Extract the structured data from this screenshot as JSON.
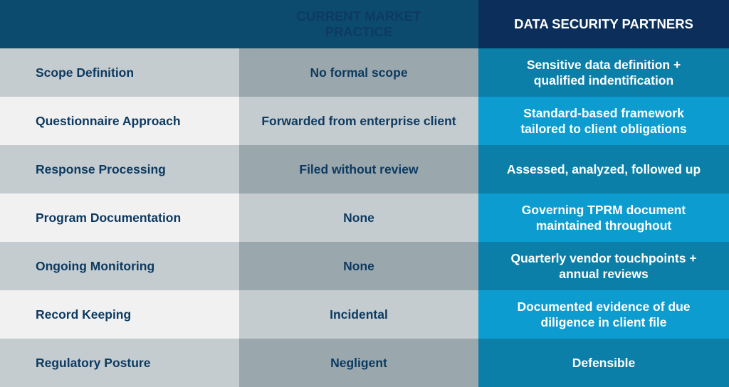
{
  "header": {
    "col1": "",
    "col2": "CURRENT MARKET PRACTICE",
    "col3": "DATA SECURITY PARTNERS"
  },
  "rows": [
    {
      "category": "Scope Definition",
      "current": "No formal scope",
      "dsp": "Sensitive data definition + qualified indentification"
    },
    {
      "category": "Questionnaire Approach",
      "current": "Forwarded from enterprise client",
      "dsp": "Standard-based framework tailored to client obligations"
    },
    {
      "category": "Response Processing",
      "current": "Filed without review",
      "dsp": "Assessed, analyzed, followed up"
    },
    {
      "category": "Program Documentation",
      "current": "None",
      "dsp": "Governing TPRM document maintained throughout"
    },
    {
      "category": "Ongoing Monitoring",
      "current": "None",
      "dsp": "Quarterly vendor touchpoints + annual reviews"
    },
    {
      "category": "Record Keeping",
      "current": "Incidental",
      "dsp": "Documented evidence of due diligence in client file"
    },
    {
      "category": "Regulatory Posture",
      "current": "Negligent",
      "dsp": "Defensible"
    }
  ],
  "colors": {
    "header_navy": "#0c4b6e",
    "header_dark": "#0b2f5a",
    "label_text": "#0d3a60",
    "dsp_dark": "#0b7fa8",
    "dsp_light": "#0d9ccf"
  }
}
